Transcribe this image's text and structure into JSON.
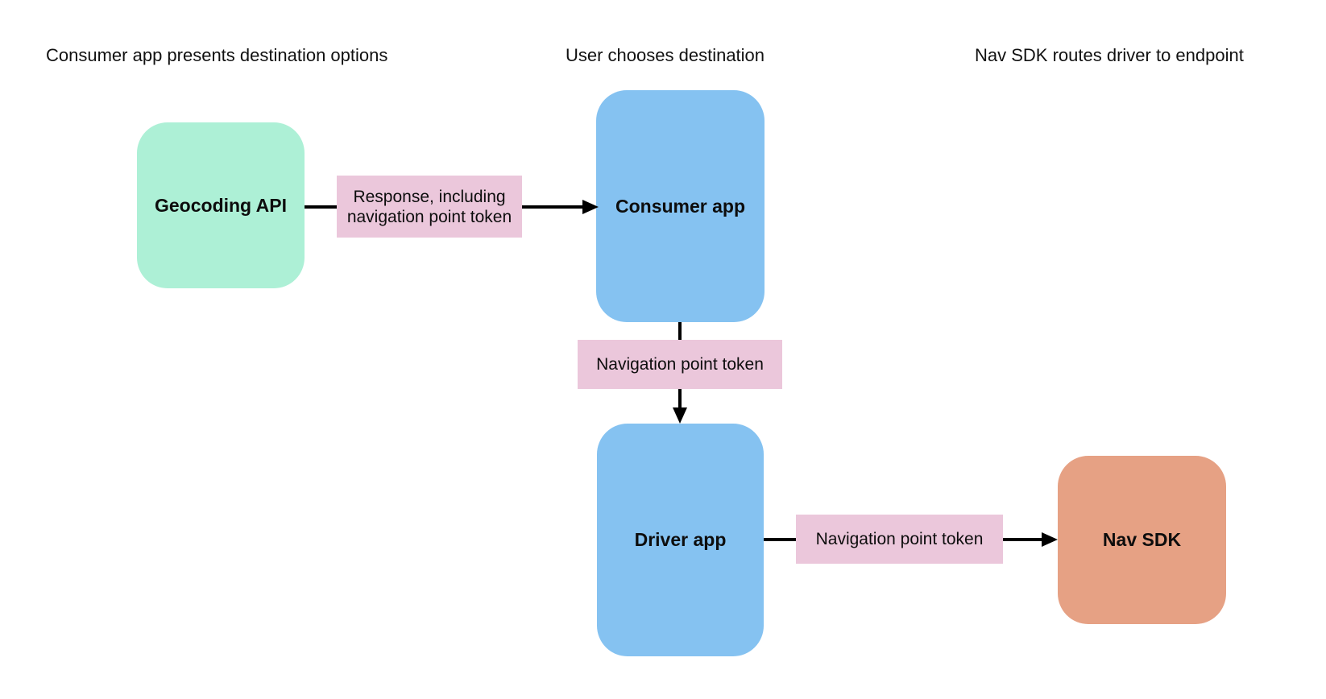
{
  "background_color": "#ffffff",
  "arrow_color": "#000000",
  "text_color": "#0d0d0d",
  "headers": [
    {
      "label": "Consumer app presents destination options"
    },
    {
      "label": "User chooses destination"
    },
    {
      "label": "Nav SDK routes driver to endpoint"
    }
  ],
  "nodes": {
    "geocoding_api": {
      "label": "Geocoding API",
      "color": "#adf0d6"
    },
    "consumer_app": {
      "label": "Consumer app",
      "color": "#85c2f1"
    },
    "driver_app": {
      "label": "Driver app",
      "color": "#85c2f1"
    },
    "nav_sdk": {
      "label": "Nav SDK",
      "color": "#e6a184"
    }
  },
  "edge_labels": {
    "response": {
      "label": "Response, including navigation point token",
      "bg": "#ebc7db"
    },
    "token_consumer_to_driver": {
      "label": "Navigation point token",
      "bg": "#ebc7db"
    },
    "token_driver_to_navsdk": {
      "label": "Navigation point token",
      "bg": "#ebc7db"
    }
  }
}
